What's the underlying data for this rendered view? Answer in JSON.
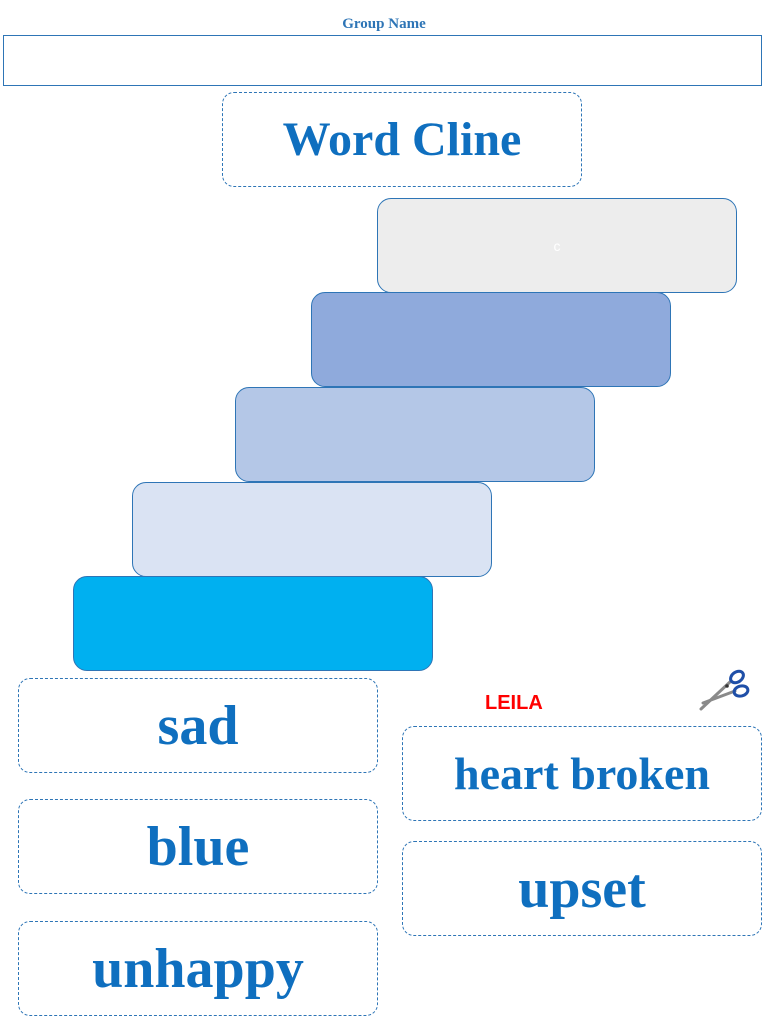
{
  "header": {
    "group_label": "Group Name",
    "group_value": ""
  },
  "title": "Word Cline",
  "steps": [
    {
      "text": "c",
      "color": "#ededed"
    },
    {
      "text": "",
      "color": "#8faadc"
    },
    {
      "text": "",
      "color": "#b4c7e7"
    },
    {
      "text": "",
      "color": "#dae3f3"
    },
    {
      "text": "",
      "color": "#00b0f0"
    }
  ],
  "author": "LEILA",
  "icons": {
    "scissors": "scissors-icon"
  },
  "word_cards": {
    "sad": "sad",
    "blue": "blue",
    "unhappy": "unhappy",
    "heart_broken": "heart broken",
    "upset": "upset"
  },
  "colors": {
    "text_blue": "#0f6fbf",
    "border_blue": "#2e75b6",
    "author_red": "#ff0000"
  }
}
